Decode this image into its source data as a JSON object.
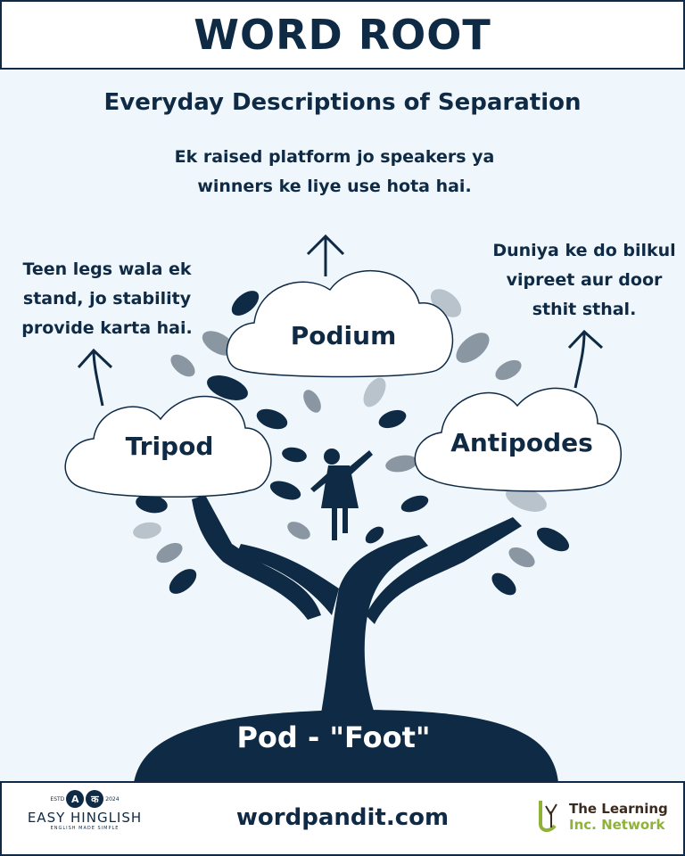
{
  "header": {
    "title": "WORD ROOT"
  },
  "subtitle": "Everyday Descriptions of Separation",
  "words": [
    {
      "word": "Tripod",
      "definition": "Teen legs wala ek stand, jo stability provide karta hai."
    },
    {
      "word": "Podium",
      "definition": "Ek raised platform jo speakers ya winners ke liye use hota hai."
    },
    {
      "word": "Antipodes",
      "definition": "Duniya ke do bilkul vipreet aur door sthit sthal."
    }
  ],
  "root": "Pod - \"Foot\"",
  "footer": {
    "website": "wordpandit.com",
    "easy_hinglish": {
      "name": "EASY HINGLISH",
      "tagline": "ENGLISH MADE SIMPLE",
      "estd": "ESTD",
      "year": "2024",
      "letter_a": "A",
      "letter_ka": "क"
    },
    "learning_network": {
      "line1": "The Learning",
      "line2": "Inc. Network"
    }
  },
  "colors": {
    "navy": "#0f2a44",
    "background": "#f0f7fc",
    "leaf_grey": "#8a97a3"
  }
}
